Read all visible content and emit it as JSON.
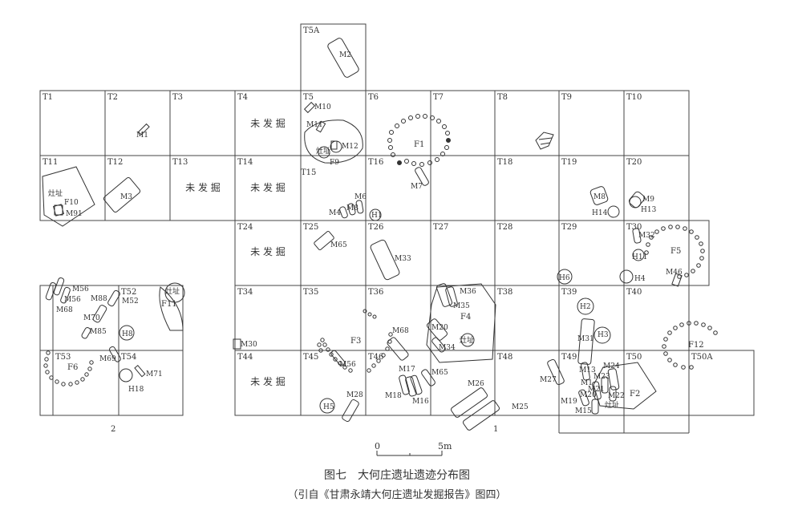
{
  "figure": {
    "caption": "图七　大何庄遗址遗迹分布图",
    "source": "（引自《甘肃永靖大何庄遗址发掘报告》图四）",
    "scale_min": "0",
    "scale_max": "5m",
    "section_labels": [
      "1",
      "2"
    ]
  },
  "grid_units": [
    "T5A",
    "T1",
    "T2",
    "T3",
    "T4",
    "T5",
    "T6",
    "T7",
    "T8",
    "T9",
    "T10",
    "T11",
    "T12",
    "T13",
    "T14",
    "T15",
    "T16",
    "T18",
    "T19",
    "T20",
    "T24",
    "T25",
    "T26",
    "T27",
    "T28",
    "T29",
    "T30",
    "T34",
    "T35",
    "T36",
    "T38",
    "T39",
    "T40",
    "T44",
    "T45",
    "T46",
    "T48",
    "T49",
    "T50",
    "T50A",
    "T52",
    "T53",
    "T54"
  ],
  "unexcavated_label": "未 发 掘",
  "features": {
    "burials": [
      "M1",
      "M2",
      "M3",
      "M4",
      "M6",
      "M7",
      "M8",
      "M9",
      "M10",
      "M11",
      "M12",
      "M13",
      "M14",
      "M15",
      "M16",
      "M17",
      "M18",
      "M19",
      "M20",
      "M21",
      "M22",
      "M23",
      "M24",
      "M25",
      "M26",
      "M27",
      "M28",
      "M30",
      "M31",
      "M32",
      "M33",
      "M34",
      "M35",
      "M36",
      "M46",
      "M52",
      "M56",
      "M65",
      "M68",
      "M69",
      "M70",
      "M71",
      "M85",
      "M88",
      "M91"
    ],
    "pits": [
      "H1",
      "H2",
      "H3",
      "H4",
      "H5",
      "H6",
      "H8",
      "H11",
      "H13",
      "H14",
      "H18"
    ],
    "houses": [
      "F1",
      "F2",
      "F3",
      "F4",
      "F5",
      "F6",
      "F9",
      "F10",
      "F11",
      "F12"
    ],
    "post_label": "灶址"
  }
}
